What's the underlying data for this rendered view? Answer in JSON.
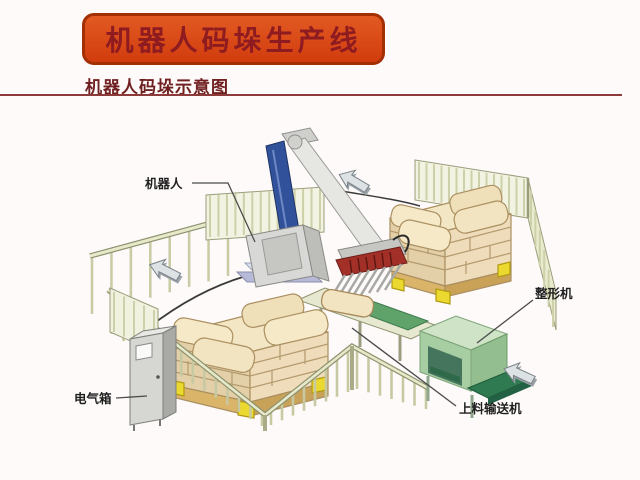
{
  "slide": {
    "title": "机器人码垛生产线",
    "subtitle": "机器人码垛示意图"
  },
  "diagram": {
    "labels": {
      "robot": "机器人",
      "electrical_box": "电气箱",
      "shaping_machine": "整形机",
      "feeding_conveyor": "上料输送机"
    }
  },
  "colors": {
    "banner_fill": "#d84a17",
    "banner_border": "#a33005",
    "title_text": "#8e1b20",
    "subtitle_text": "#702020",
    "divider": "#8c3a3a",
    "bag_cream": "#f2e6c4",
    "pallet_wood": "#d9b469",
    "corner_block_yellow": "#ecd92f",
    "fence_cream": "#f2f3e2",
    "robot_arm_blue": "#31519a",
    "gripper_red": "#a33028",
    "machine_green": "#a7cda2",
    "belt_green": "#2f7a50",
    "cabinet_gray": "#d6d6d3",
    "arrow_gray": "#dde2e4"
  }
}
